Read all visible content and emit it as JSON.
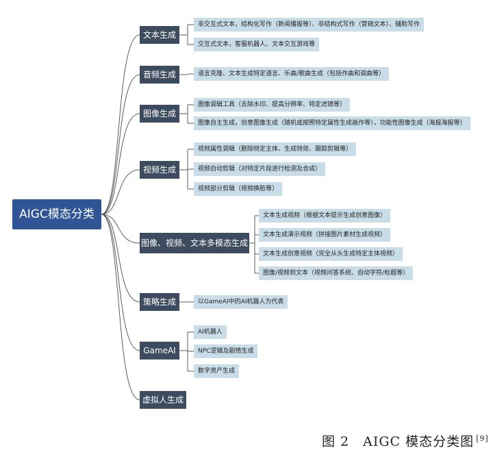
{
  "root": {
    "label": "AIGC模态分类"
  },
  "categories": [
    {
      "label": "文本生成",
      "items": [
        "非交互式文本，结构化写作（新闻播报等）、非结构式写作（营销文本）、辅助写作",
        "交互式文本，客服机器人、文本交互游戏等"
      ]
    },
    {
      "label": "音频生成",
      "items": [
        "语言克隆、文本生成特定语言、乐曲/歌曲生成（包括作曲和调曲等）"
      ]
    },
    {
      "label": "图像生成",
      "items": [
        "图像调辑工具（去除水印、提高分辨率、特定滤镜等）",
        "图像自主生成，创意图像生成（随机或按照特定属性生成画作等），功能性图像生成（海报海报等）"
      ]
    },
    {
      "label": "视频生成",
      "items": [
        "视频属性调辑（删除特定主体、生成特效、跟踪剪辑等）",
        "视频自动剪辑（对特定片段进行检测及合成）",
        "视频部分剪辑（视频换脸等）"
      ]
    },
    {
      "label": "图像、视频、文本多模态生成",
      "items": [
        "文本生成视频（根据文本提示生成创意图像）",
        "文本生成演示视频（拼接图片素材生成视频）",
        "文本生成创意视频（完全从头生成特定主体视频）",
        "图像/视频到文本（视频问答系统、自动字符/标题等）"
      ]
    },
    {
      "label": "策略生成",
      "items": [
        "以GameAI中的AI机器人为代表"
      ]
    },
    {
      "label": "GameAI",
      "items": [
        "AI机器人",
        "NPC逻辑及剧情生成",
        "数字资产生成"
      ]
    },
    {
      "label": "虚拟人生成",
      "items": []
    }
  ],
  "caption": {
    "text": "图 2　AIGC 模态分类图",
    "ref": "[9]"
  }
}
